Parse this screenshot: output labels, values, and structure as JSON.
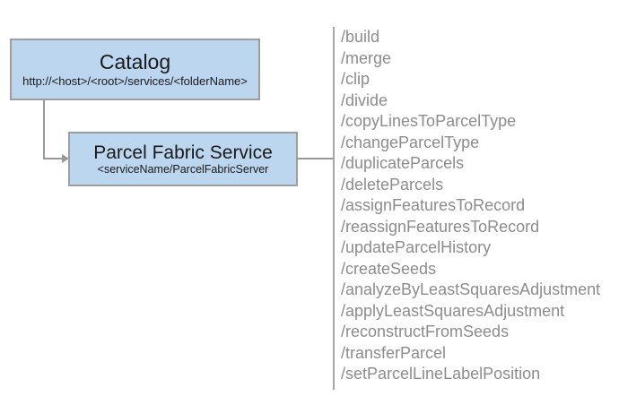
{
  "diagram": {
    "nodes": [
      {
        "id": "catalog",
        "title": "Catalog",
        "subtitle": "http://<host>/<root>/services/<folderName>"
      },
      {
        "id": "parcel-fabric-service",
        "title": "Parcel Fabric Service",
        "subtitle": "<serviceName/ParcelFabricServer"
      }
    ],
    "operations": [
      "/build",
      "/merge",
      "/clip",
      "/divide",
      "/copyLinesToParcelType",
      "/changeParcelType",
      "/duplicateParcels",
      "/deleteParcels",
      "/assignFeaturesToRecord",
      "/reassignFeaturesToRecord",
      "/updateParcelHistory",
      "/createSeeds",
      "/analyzeByLeastSquaresAdjustment",
      "/applyLeastSquaresAdjustment",
      "/reconstructFromSeeds",
      "/transferParcel",
      "/setParcelLineLabelPosition"
    ],
    "colors": {
      "node_fill": "#bcd6ef",
      "node_border": "#9e9e9e",
      "connector": "#999999",
      "operation_text": "#8c8c8c",
      "divider": "#a6a6a6",
      "title_text": "#1a1a1a",
      "background": "#ffffff"
    }
  }
}
